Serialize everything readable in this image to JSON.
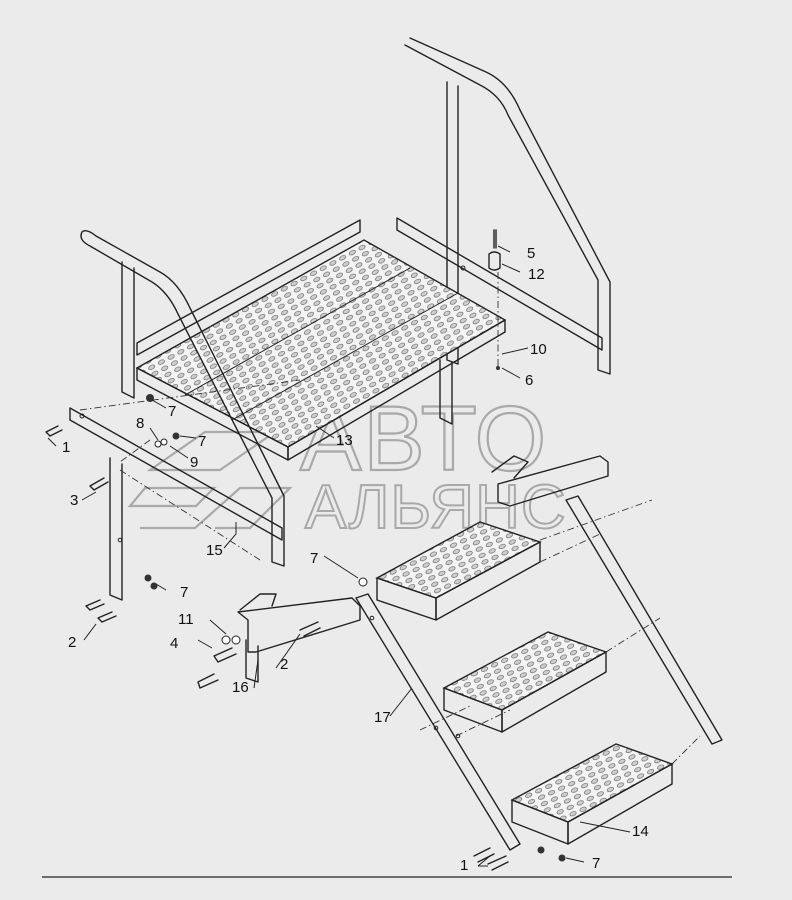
{
  "watermark": {
    "line1": "АВТО",
    "line2": "АЛЬЯНС"
  },
  "callouts": [
    {
      "id": "c1a",
      "text": "1"
    },
    {
      "id": "c1b",
      "text": "1"
    },
    {
      "id": "c2a",
      "text": "2"
    },
    {
      "id": "c2b",
      "text": "2"
    },
    {
      "id": "c3",
      "text": "3"
    },
    {
      "id": "c4",
      "text": "4"
    },
    {
      "id": "c5",
      "text": "5"
    },
    {
      "id": "c6",
      "text": "6"
    },
    {
      "id": "c7a",
      "text": "7"
    },
    {
      "id": "c7b",
      "text": "7"
    },
    {
      "id": "c7c",
      "text": "7"
    },
    {
      "id": "c7d",
      "text": "7"
    },
    {
      "id": "c7e",
      "text": "7"
    },
    {
      "id": "c8",
      "text": "8"
    },
    {
      "id": "c9",
      "text": "9"
    },
    {
      "id": "c10",
      "text": "10"
    },
    {
      "id": "c11",
      "text": "11"
    },
    {
      "id": "c12",
      "text": "12"
    },
    {
      "id": "c13",
      "text": "13"
    },
    {
      "id": "c14",
      "text": "14"
    },
    {
      "id": "c15",
      "text": "15"
    },
    {
      "id": "c16",
      "text": "16"
    },
    {
      "id": "c17",
      "text": "17"
    }
  ]
}
